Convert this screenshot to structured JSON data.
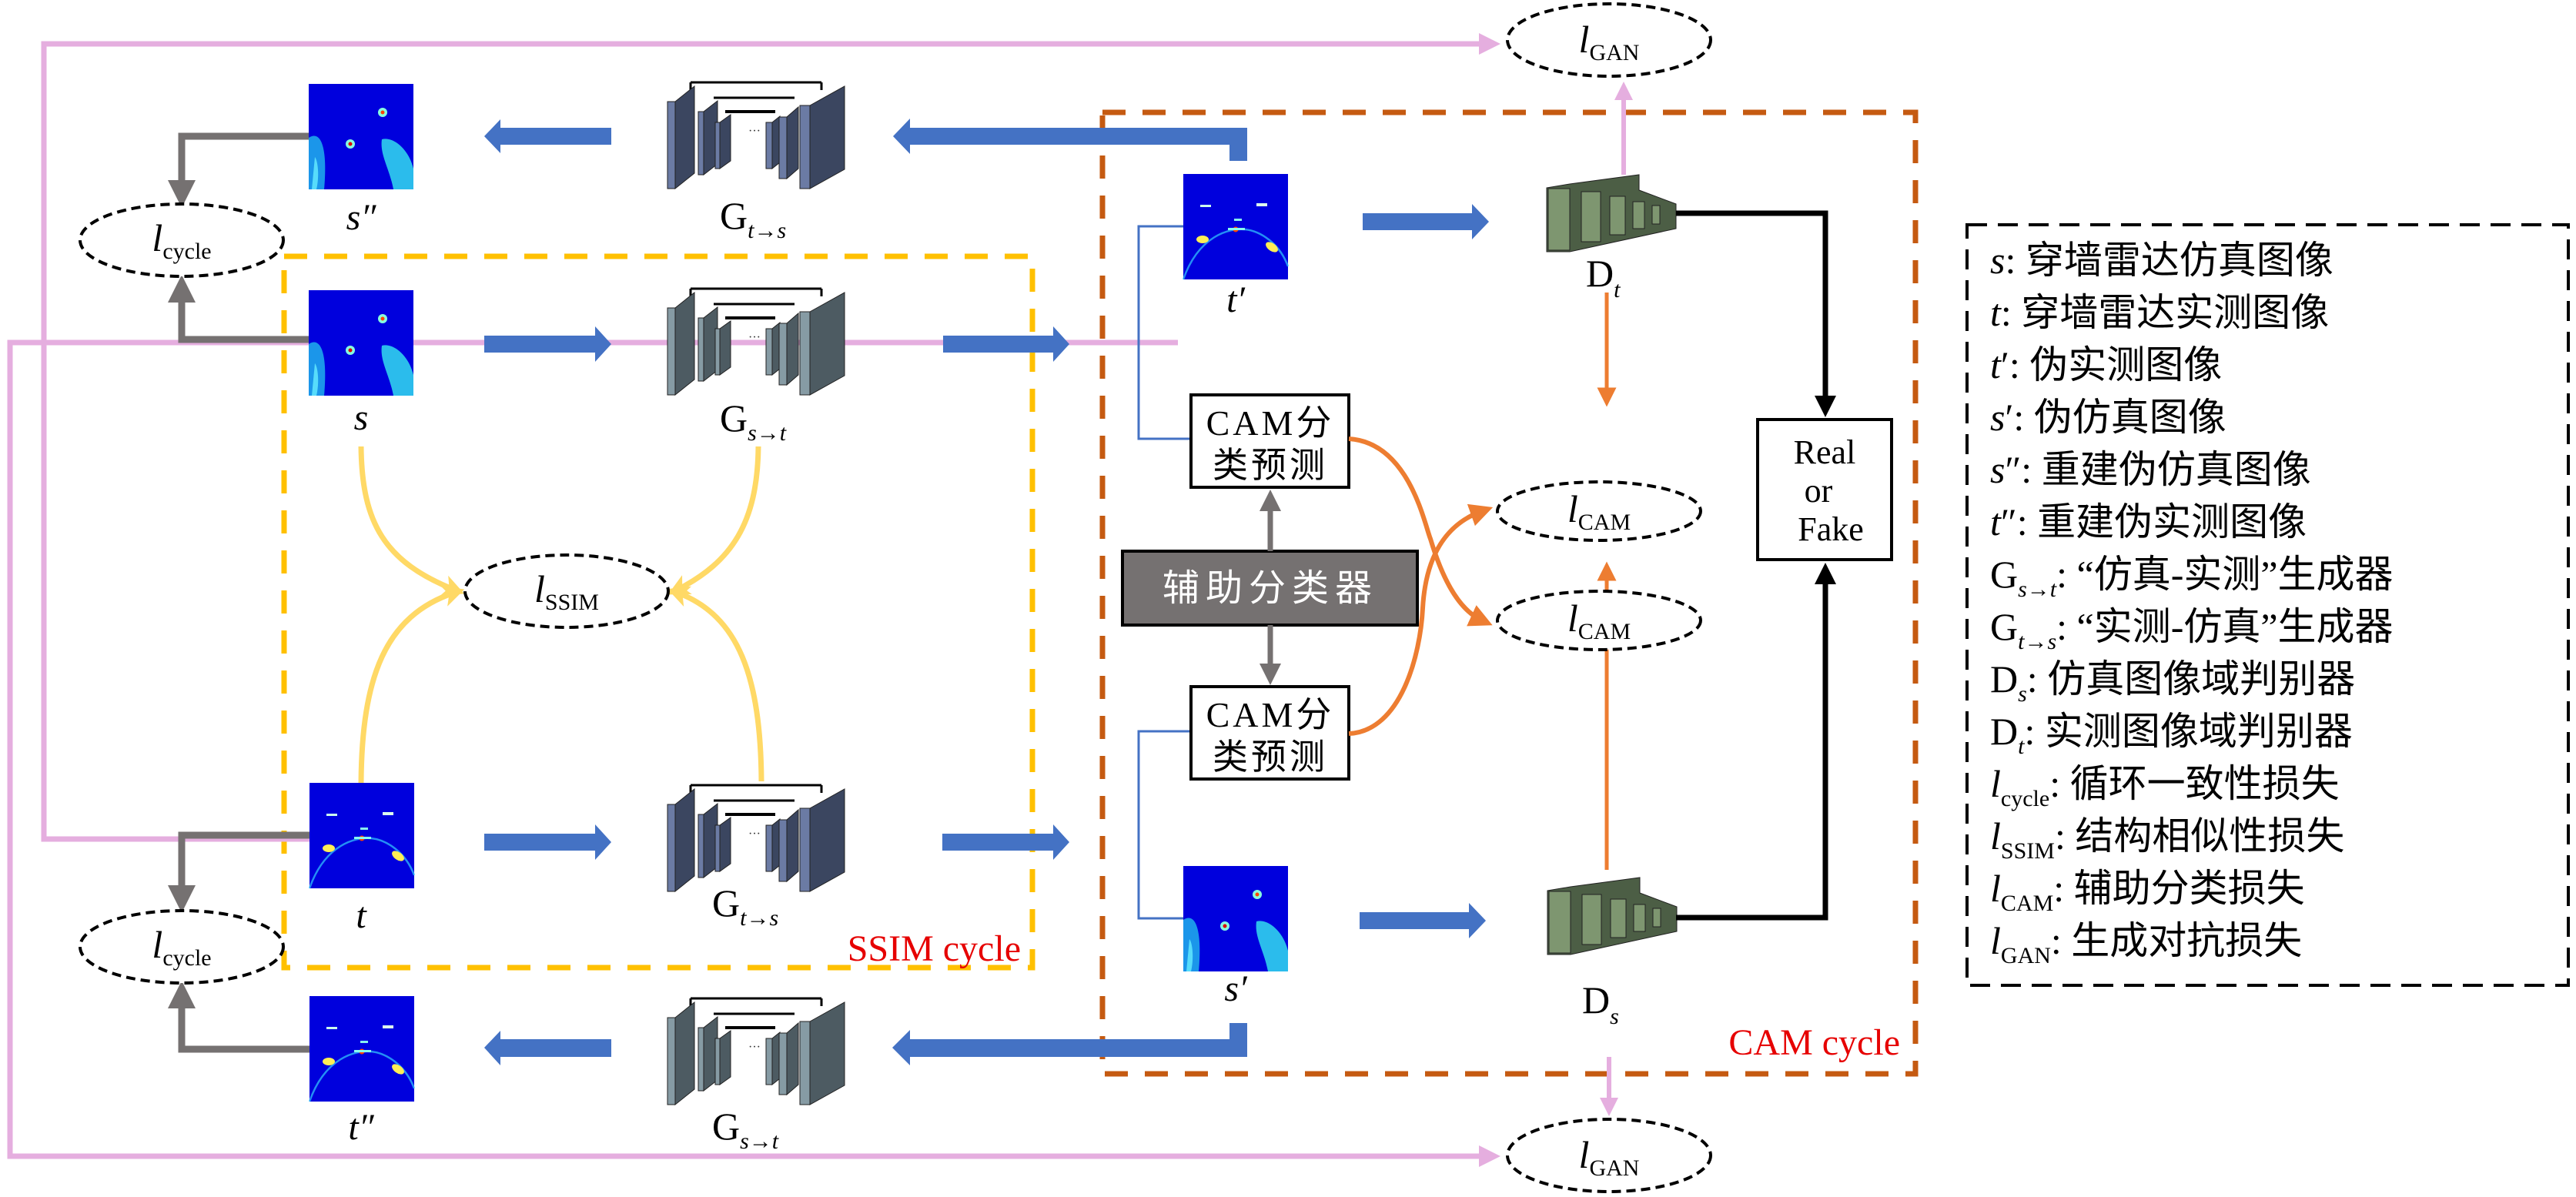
{
  "figure": {
    "title": "CAM-SSIM CycleGAN framework for through-wall radar image translation"
  },
  "colors": {
    "blue_arrow": "#4472C4",
    "gray_arrow": "#757171",
    "pink_line": "#E5AEDF",
    "ssim_box": "#FFC000",
    "ssim_curve": "#FFD966",
    "cam_box": "#C55A11",
    "cam_arrow": "#ED7D31",
    "cycle_label": "#E60000",
    "gen_top": "#3B4660",
    "gen_top_face": "#6B7BA4",
    "gen_bottom": "#4D5B62",
    "gen_bottom_face": "#869BA4",
    "disc": "#4C5E45",
    "disc_face": "#7E9670",
    "classifier_fill": "#757171",
    "radar_bg": "#0000DD"
  },
  "images": {
    "s_dd": {
      "base": "s",
      "prime": "″"
    },
    "s": {
      "base": "s",
      "prime": ""
    },
    "t": {
      "base": "t",
      "prime": ""
    },
    "t_dd": {
      "base": "t",
      "prime": "″"
    },
    "t_p": {
      "base": "t",
      "prime": "′"
    },
    "s_p": {
      "base": "s",
      "prime": "′"
    }
  },
  "generators": {
    "g_ts_top": {
      "main": "G",
      "sub": "t→s"
    },
    "g_st_mid": {
      "main": "G",
      "sub": "s→t"
    },
    "g_ts_mid": {
      "main": "G",
      "sub": "t→s"
    },
    "g_st_bot": {
      "main": "G",
      "sub": "s→t"
    }
  },
  "discriminators": {
    "d_t": {
      "main": "D",
      "sub": "t"
    },
    "d_s": {
      "main": "D",
      "sub": "s"
    }
  },
  "losses": {
    "gan_top": {
      "main": "l",
      "sub": "GAN"
    },
    "gan_bot": {
      "main": "l",
      "sub": "GAN"
    },
    "cycle_top": {
      "main": "l",
      "sub": "cycle"
    },
    "cycle_bot": {
      "main": "l",
      "sub": "cycle"
    },
    "ssim": {
      "main": "l",
      "sub": "SSIM"
    },
    "cam_1": {
      "main": "l",
      "sub": "CAM"
    },
    "cam_2": {
      "main": "l",
      "sub": "CAM"
    }
  },
  "boxes": {
    "cam_pred_line1": "CAM分",
    "cam_pred_line2": "类预测",
    "classifier": "辅助分类器",
    "real_fake": [
      "Real",
      "or",
      "Fake"
    ]
  },
  "regions": {
    "ssim_cycle": "SSIM cycle",
    "cam_cycle": "CAM cycle"
  },
  "legend": [
    {
      "sym": "s",
      "sym_style": "italic",
      "sub": "",
      "prime": "",
      "text": ": 穿墙雷达仿真图像"
    },
    {
      "sym": "t",
      "sym_style": "italic",
      "sub": "",
      "prime": "",
      "text": ": 穿墙雷达实测图像"
    },
    {
      "sym": "t",
      "sym_style": "italic",
      "sub": "",
      "prime": "′",
      "text": ": 伪实测图像"
    },
    {
      "sym": "s",
      "sym_style": "italic",
      "sub": "",
      "prime": "′",
      "text": ": 伪仿真图像"
    },
    {
      "sym": "s",
      "sym_style": "italic",
      "sub": "",
      "prime": "″",
      "text": ": 重建伪仿真图像"
    },
    {
      "sym": "t",
      "sym_style": "italic",
      "sub": "",
      "prime": "″",
      "text": ": 重建伪实测图像"
    },
    {
      "sym": "G",
      "sym_style": "normal",
      "sub": "s→t",
      "prime": "",
      "text": ": “仿真-实测”生成器"
    },
    {
      "sym": "G",
      "sym_style": "normal",
      "sub": "t→s",
      "prime": "",
      "text": ": “实测-仿真”生成器"
    },
    {
      "sym": "D",
      "sym_style": "normal",
      "sub": "s",
      "prime": "",
      "text": ": 仿真图像域判别器"
    },
    {
      "sym": "D",
      "sym_style": "normal",
      "sub": "t",
      "prime": "",
      "text": ": 实测图像域判别器"
    },
    {
      "sym": "l",
      "sym_style": "italic",
      "sub": "cycle",
      "prime": "",
      "text": ": 循环一致性损失"
    },
    {
      "sym": "l",
      "sym_style": "italic",
      "sub": "SSIM",
      "prime": "",
      "text": ": 结构相似性损失"
    },
    {
      "sym": "l",
      "sym_style": "italic",
      "sub": "CAM",
      "prime": "",
      "text": ": 辅助分类损失"
    },
    {
      "sym": "l",
      "sym_style": "italic",
      "sub": "GAN",
      "prime": "",
      "text": ": 生成对抗损失"
    }
  ]
}
